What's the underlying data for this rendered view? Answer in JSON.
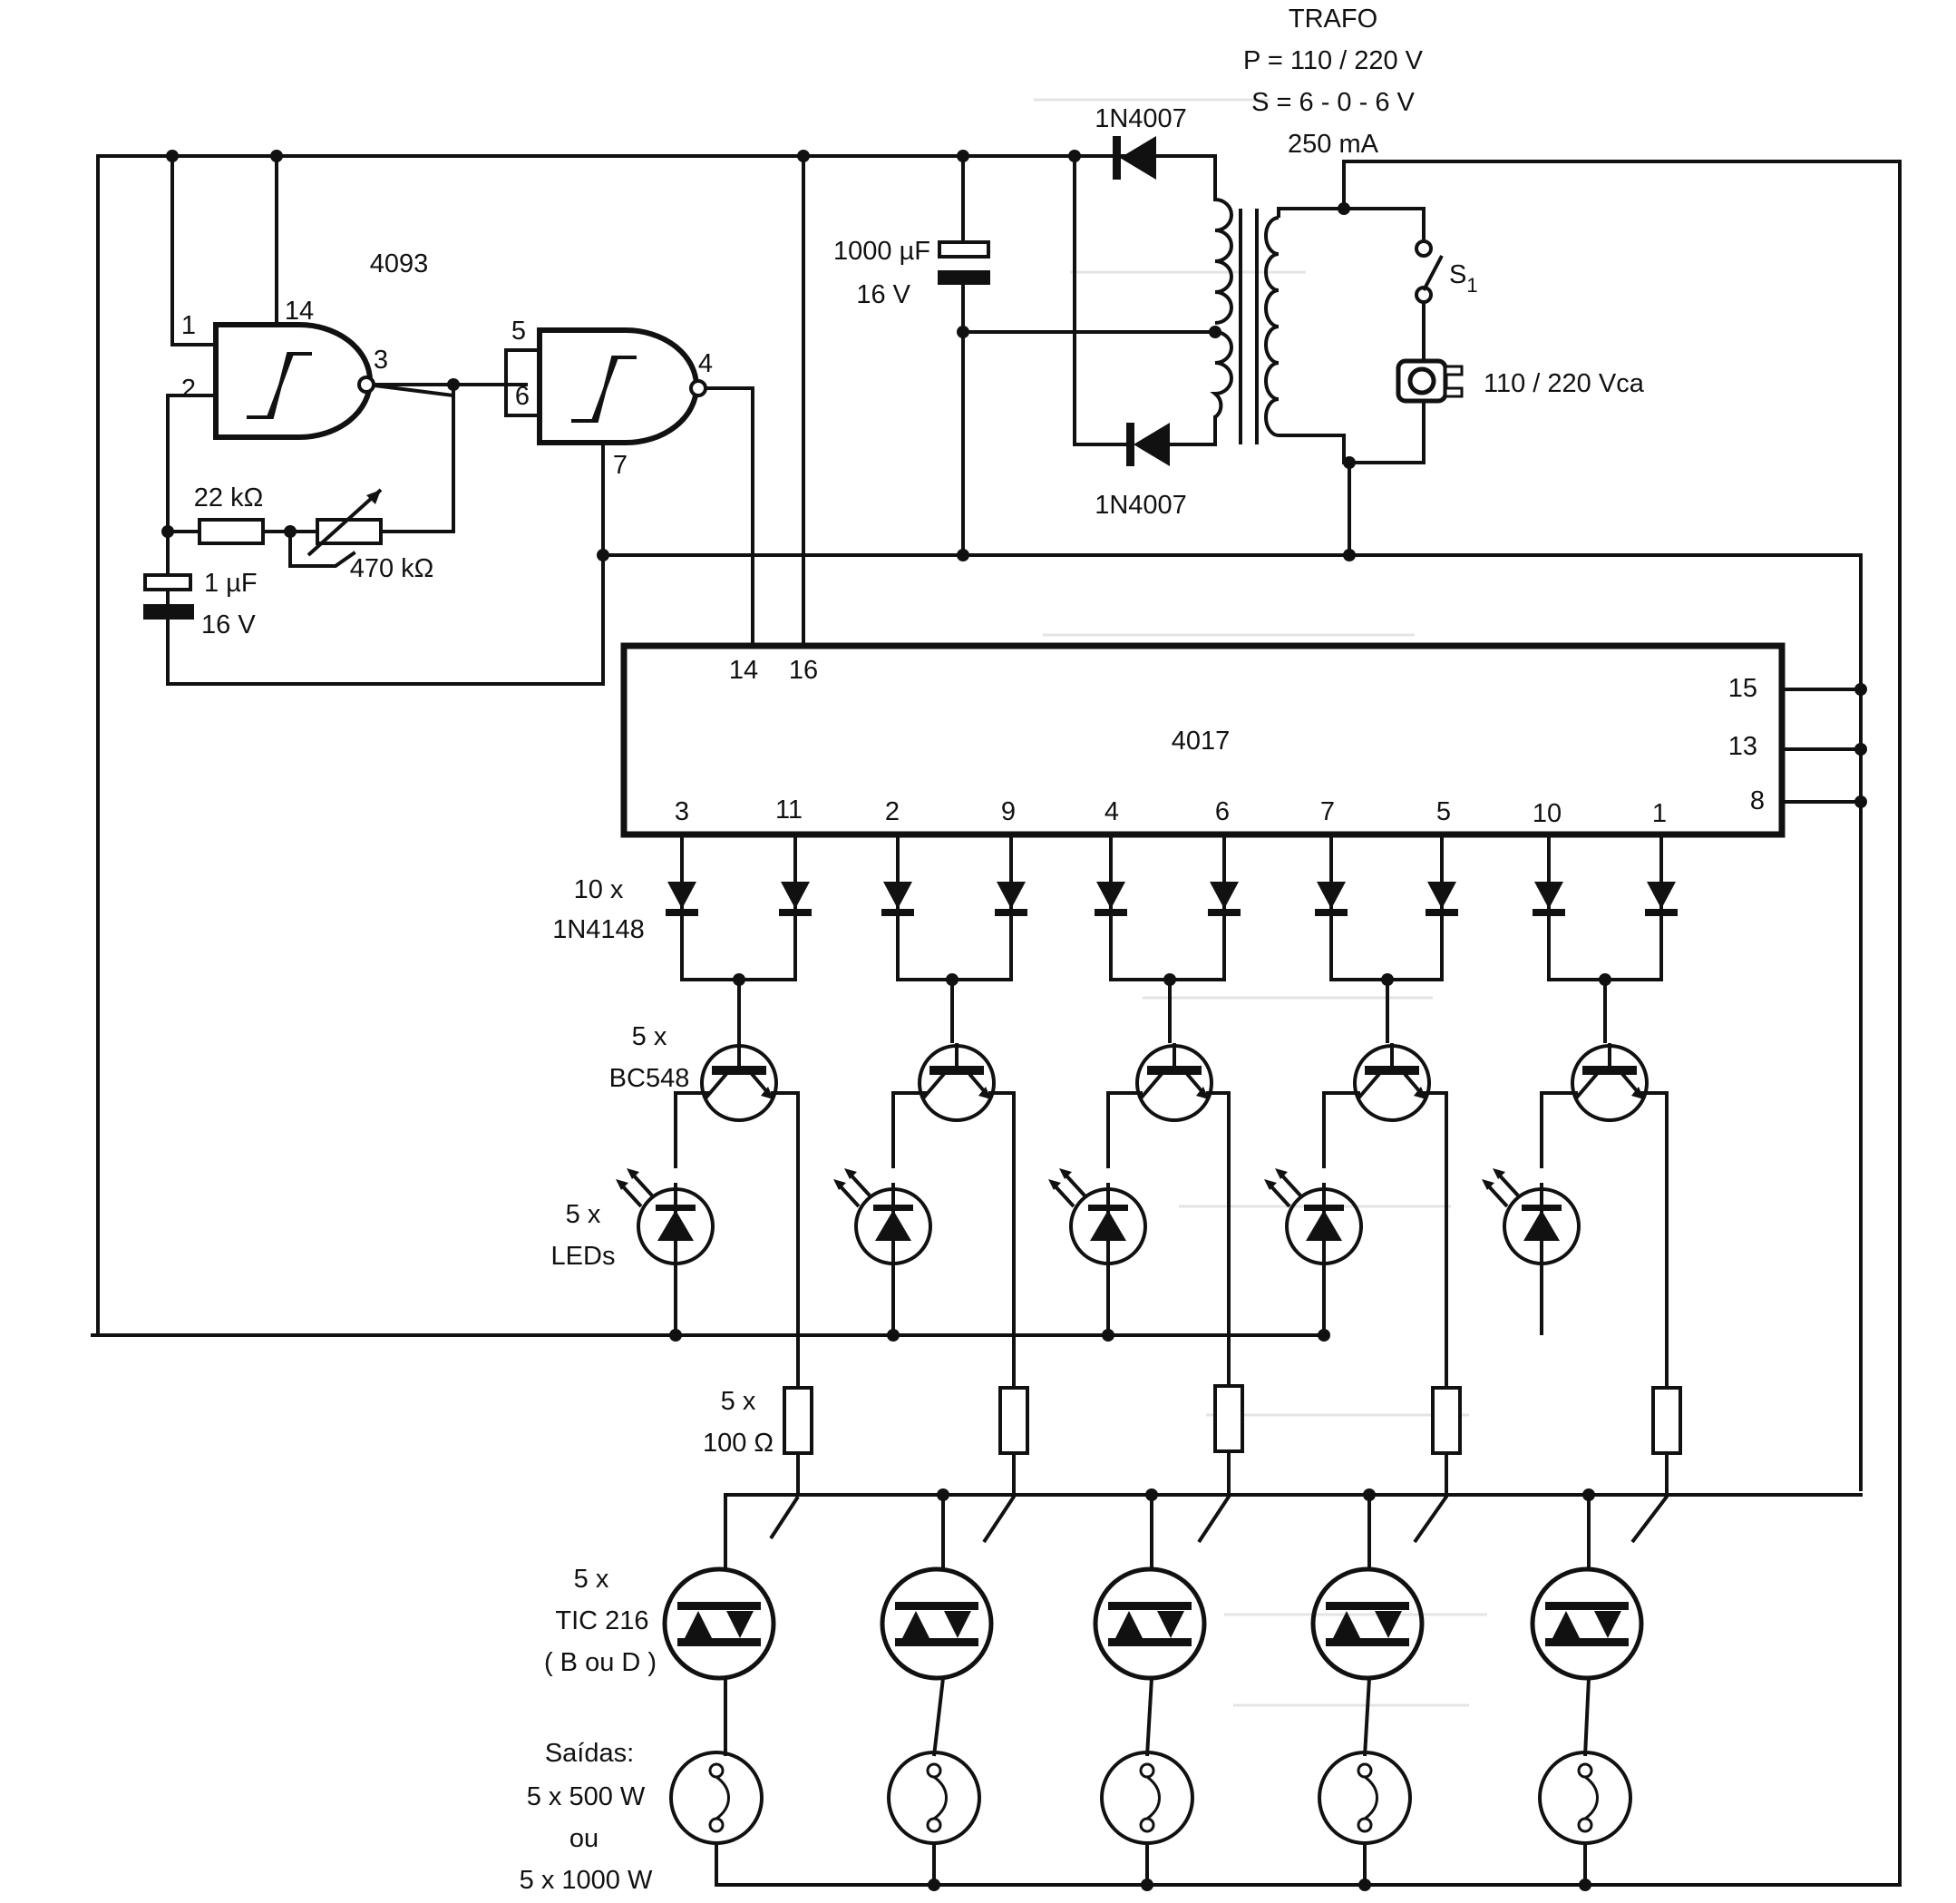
{
  "transformer": {
    "title": "TRAFO",
    "primary": "P = 110 / 220 V",
    "secondary": "S = 6 - 0 - 6 V",
    "current": "250 mA"
  },
  "rectifier": {
    "diode_top": "1N4007",
    "diode_bottom": "1N4007"
  },
  "filter_cap": {
    "value": "1000 µF",
    "voltage": "16 V"
  },
  "switch": {
    "label": "S",
    "subscript": "1"
  },
  "mains_plug": {
    "label": "110 / 220 Vca"
  },
  "oscillator": {
    "chip": "4093",
    "gate1_pins": [
      "1",
      "2",
      "3",
      "14"
    ],
    "gate2_pins": [
      "5",
      "6",
      "4",
      "7"
    ],
    "resistor": "22 kΩ",
    "trimmer": "470 kΩ",
    "cap_value": "1 µF",
    "cap_voltage": "16 V"
  },
  "counter": {
    "chip": "4017",
    "top_pins": [
      "14",
      "16"
    ],
    "right_pins": [
      "15",
      "13",
      "8"
    ],
    "output_pins": [
      "3",
      "11",
      "2",
      "9",
      "4",
      "6",
      "7",
      "5",
      "10",
      "1"
    ]
  },
  "diodes_label": {
    "count": "10 x",
    "part": "1N4148"
  },
  "transistors_label": {
    "count": "5 x",
    "part": "BC548"
  },
  "leds_label": {
    "count": "5 x",
    "part": "LEDs"
  },
  "resistors_label": {
    "count": "5 x",
    "value": "100 Ω"
  },
  "triacs_label": {
    "count": "5 x",
    "part": "TIC 216",
    "grade": "( B ou D )"
  },
  "outputs_label": {
    "heading": "Saídas:",
    "rating_a": "5 x 500 W",
    "or": "ou",
    "rating_b": "5 x 1000 W"
  },
  "colors": {
    "ink": "#111111",
    "paper": "#ffffff",
    "ghost_text": "#c9c9c9"
  }
}
